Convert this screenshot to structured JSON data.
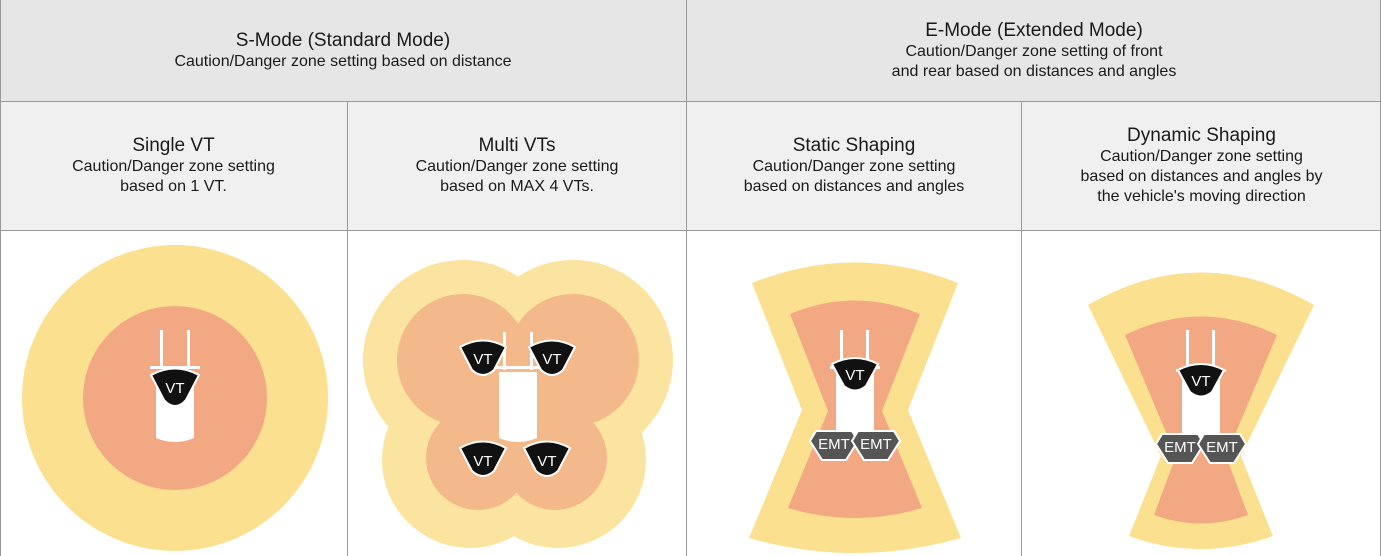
{
  "s_mode": {
    "title": "S-Mode (Standard Mode)",
    "desc": "Caution/Danger zone setting  based on distance"
  },
  "e_mode": {
    "title": "E-Mode (Extended Mode)",
    "desc_line1": "Caution/Danger zone setting of front",
    "desc_line2": "and rear based on distances and angles"
  },
  "columns": [
    {
      "title": "Single VT",
      "line1": "Caution/Danger zone setting",
      "line2": "based on 1 VT.",
      "line3": ""
    },
    {
      "title": "Multi VTs",
      "line1": "Caution/Danger zone setting",
      "line2": "based on MAX 4 VTs.",
      "line3": ""
    },
    {
      "title": "Static Shaping",
      "line1": "Caution/Danger zone setting",
      "line2": "based on distances and angles",
      "line3": ""
    },
    {
      "title": "Dynamic Shaping",
      "line1": "Caution/Danger zone setting",
      "line2": "based on distances and angles by",
      "line3": "the vehicle's moving direction"
    }
  ],
  "tags": {
    "vt": "VT",
    "emt": "EMT"
  },
  "colors": {
    "header_bg": "#e6e6e6",
    "caution_zone": "#fbe08f",
    "danger_zone": "#f2a882",
    "vt_tag": "#111111",
    "emt_tag": "#555555",
    "vehicle": "#ffffff"
  }
}
